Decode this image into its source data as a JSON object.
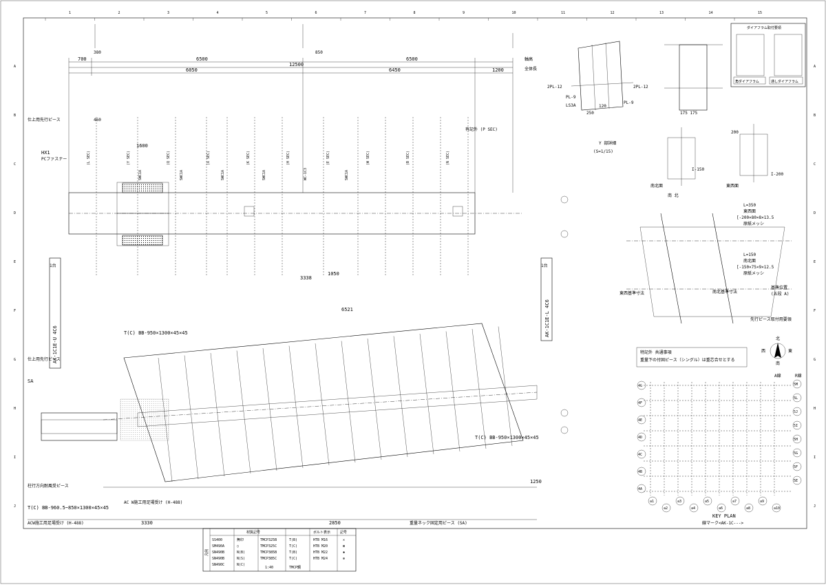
{
  "grid": {
    "columns": [
      "1",
      "2",
      "3",
      "4",
      "5",
      "6",
      "7",
      "8",
      "9",
      "10",
      "11",
      "12",
      "13",
      "14",
      "15"
    ],
    "rows": [
      "A",
      "B",
      "C",
      "D",
      "E",
      "F",
      "G",
      "H",
      "I",
      "J"
    ]
  },
  "top_dims": {
    "d700": "700",
    "d6500a": "6500",
    "d6500b": "6500",
    "d12500": "12500",
    "d6050": "6050",
    "d6450": "6450",
    "d1200": "1200",
    "kenzo": "軸高",
    "zentai": "全体長",
    "d380": "380",
    "d850": "850",
    "d460": "460"
  },
  "plan_labels": {
    "shiage_top": "仕上用先行ピース",
    "hx1": "HX1",
    "pc": "PCファスナー",
    "shiage_mid": "仕上用先行ピース",
    "sa": "SA",
    "haishin": "柱行方向耐風受ピース",
    "acw1": "ACW施工用足場受け (H-488)",
    "acw2": "AC W施工用足場受け (H-488)",
    "sekkei": "重量ネック固定用ピース (SA)",
    "kakko": "有記外 (P SEC)",
    "bb_top": "T(C) BB-950×1300×45×45",
    "bb_bot": "T(C) BB-960.5~850×1300×45×45",
    "bb_right": "T(C) BB-950×1300×45×45",
    "dim_6521": "6521",
    "dim_3330": "3330",
    "dim_2850": "2850",
    "dim_1250": "1250",
    "dim_1600": "1600",
    "dim_1050": "1050",
    "dim_3338": "3338",
    "tag_left": "AK-1C1E-U 4C6",
    "tag_right": "AK-1C1E-L 4C6",
    "flag_left": "1台",
    "flag_right": "1台"
  },
  "detail_labels": {
    "detail_y": "Y 部詳細",
    "scale": "(S=1/15)",
    "pl12a": "2PL-12",
    "pl12b": "2PL-12",
    "pl9a": "PL-9",
    "pl9b": "PL-9",
    "ls3a": "LS3A",
    "d120": "120",
    "d250": "250",
    "d175": "175 175",
    "d200": "200",
    "daia": "ダイアフラム取付要領",
    "kaku": "角ダイアフラム",
    "tooshi": "通しダイアフラム",
    "minami": "南北面",
    "higashi": "東西面",
    "nanboku": "南 北",
    "l350": "L=350",
    "l350b": "東西面",
    "l350c": "[-200×80×8×13.5",
    "l350d": "原紙メッシ",
    "l150": "L=150",
    "l150b": "南北面",
    "l150c": "[-150×75×9×12.5",
    "l150d": "原紙メッシ",
    "kijun1": "基準位置",
    "kijun2": "(五段 A)",
    "higashi_sun": "東西基準寸法",
    "nanboku_sun": "南北基準寸法",
    "senko": "先行ピース取付用要領",
    "i150": "I-150",
    "i200": "I-200"
  },
  "notes": {
    "title": "特記外 共通事項",
    "line1": "重量下の付固ピース（シングル）は重芯合せとする",
    "north": "北",
    "east": "東",
    "west": "西",
    "south": "南"
  },
  "key_plan": {
    "title": "KEY PLAN",
    "sub": "線マーク<AK-1C--->",
    "a_line": "A線",
    "r_line": "R線",
    "left_marks": [
      "4G",
      "4F",
      "4E",
      "4D",
      "4C",
      "4B",
      "4A"
    ],
    "right_marks": [
      "5M",
      "5L",
      "5J",
      "5I",
      "5H",
      "5G",
      "5F",
      "5E"
    ],
    "bottom_marks": [
      "a1",
      "a2",
      "a3",
      "a4",
      "a5",
      "a6",
      "a7",
      "a8",
      "a9",
      "a10"
    ]
  },
  "legend": {
    "mat_header": "材質記号",
    "bolt_header": "ボルト表示",
    "sym_header": "記号",
    "side_label": "凡例",
    "rows": [
      {
        "mat": "SS400",
        "mark": "無印",
        "mat2": "TMCP325B",
        "mark2": "T(B)",
        "bolt": "HTB M16",
        "sym": "✕"
      },
      {
        "mat": "SM490A",
        "mark": "◯",
        "mat2": "TMCP325C",
        "mark2": "T(C)",
        "bolt": "HTB M20",
        "sym": "⊠"
      },
      {
        "mat": "SN490B",
        "mark": "N(B)",
        "mat2": "TMCP385B",
        "mark2": "T(B)",
        "bolt": "HTB M22",
        "sym": "✱"
      },
      {
        "mat": "SN490B",
        "mark": "N(S)",
        "mat2": "TMCP385C",
        "mark2": "T(C)",
        "bolt": "HTB M24",
        "sym": "⊕"
      },
      {
        "mat": "SN490C",
        "mark": "N(C)",
        "mat2": "",
        "mark2": "",
        "bolt": "",
        "sym": ""
      }
    ],
    "scale_note": "1:40",
    "tmcp_note": "TMCP鋼"
  },
  "sections": [
    "(L SEC)",
    "(Y SEC)",
    "(Q SEC)",
    "(X SEC)",
    "(K SEC)",
    "(H SEC)",
    "(E SEC)",
    "(W SEC)",
    "(B SEC)",
    "(N SEC)"
  ],
  "members": [
    "SWC1A",
    "SWC1A",
    "SWC1A",
    "SWC1A",
    "WC-1C3",
    "SWC1A"
  ]
}
